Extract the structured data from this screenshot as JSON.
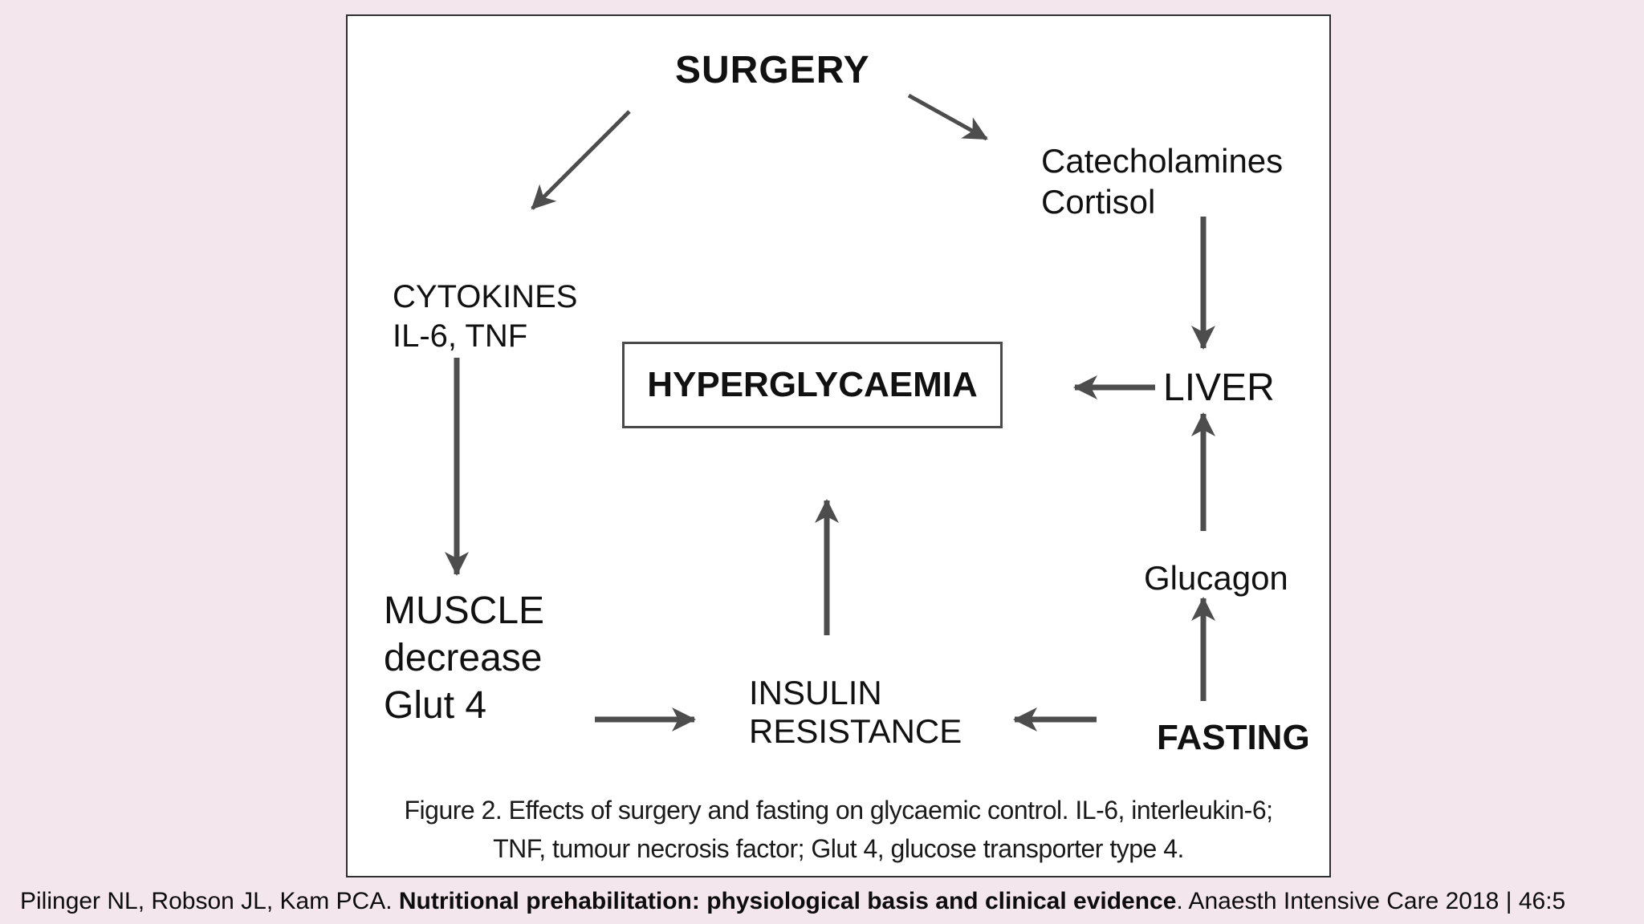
{
  "slide": {
    "background_color": "#f3e6ec"
  },
  "figure_panel": {
    "colors": {
      "panel_background": "#ffffff",
      "panel_border": "#2e2e2e",
      "arrow": "#4d4d4d",
      "text": "#111111",
      "hyperglycaemia_box_border": "#4a4a4a"
    },
    "nodes": {
      "surgery": "SURGERY",
      "catecholamines_line1": "Catecholamines",
      "catecholamines_line2": "Cortisol",
      "cytokines_line1": "CYTOKINES",
      "cytokines_line2": "IL-6, TNF",
      "hyperglycaemia": "HYPERGLYCAEMIA",
      "liver": "LIVER",
      "glucagon": "Glucagon",
      "fasting": "FASTING",
      "muscle_line1": "MUSCLE",
      "muscle_line2": "decrease",
      "muscle_line3": "Glut 4",
      "insulin_line1": "INSULIN",
      "insulin_line2": "RESISTANCE"
    },
    "edges": [
      {
        "from": "SURGERY",
        "to": "CYTOKINES IL-6, TNF"
      },
      {
        "from": "SURGERY",
        "to": "Catecholamines Cortisol"
      },
      {
        "from": "Catecholamines Cortisol",
        "to": "LIVER"
      },
      {
        "from": "CYTOKINES IL-6, TNF",
        "to": "MUSCLE decrease Glut 4"
      },
      {
        "from": "LIVER",
        "to": "HYPERGLYCAEMIA"
      },
      {
        "from": "Glucagon",
        "to": "LIVER"
      },
      {
        "from": "FASTING",
        "to": "Glucagon"
      },
      {
        "from": "MUSCLE decrease Glut 4",
        "to": "INSULIN RESISTANCE"
      },
      {
        "from": "FASTING",
        "to": "INSULIN RESISTANCE"
      },
      {
        "from": "INSULIN RESISTANCE",
        "to": "HYPERGLYCAEMIA"
      }
    ],
    "caption_line1": "Figure 2. Effects of surgery and fasting on glycaemic control. IL-6, interleukin-6;",
    "caption_line2": "TNF, tumour necrosis factor; Glut 4, glucose transporter type 4."
  },
  "citation": {
    "prefix": "Pilinger NL, Robson JL, Kam PCA. ",
    "bold": "Nutritional prehabilitation: physiological basis and clinical evidence",
    "suffix": ". Anaesth Intensive Care 2018 | 46:5"
  }
}
